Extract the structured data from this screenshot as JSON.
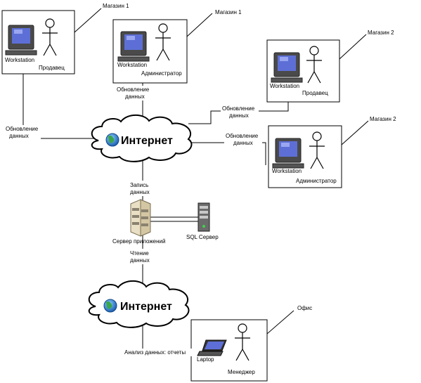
{
  "nodes": {
    "shop1_seller": {
      "callout": "Магазин 1",
      "device": "Workstation",
      "role": "Продавец"
    },
    "shop1_admin": {
      "callout": "Магазин 1",
      "device": "Workstation",
      "role": "Администратор"
    },
    "shop2_seller": {
      "callout": "Магазин 2",
      "device": "Workstation",
      "role": "Продавец"
    },
    "shop2_admin": {
      "callout": "Магазин 2",
      "device": "Workstation",
      "role": "Администратор"
    },
    "office": {
      "callout": "Офис",
      "device": "Laptop",
      "role": "Менеджер"
    }
  },
  "clouds": {
    "top": "Интернет",
    "bottom": "Интернет"
  },
  "servers": {
    "app": "Сервер приложений",
    "sql": "SQL Сервер"
  },
  "edge_labels": {
    "shop1_seller": [
      "Обновление",
      "данных"
    ],
    "shop1_admin": [
      "Обновление",
      "данных"
    ],
    "shop2_seller": [
      "Обновление",
      "данных"
    ],
    "shop2_admin": [
      "Обновление",
      "данных"
    ],
    "write": [
      "Запись",
      "данных"
    ],
    "read": [
      "Чтение",
      "данных"
    ],
    "analysis": "Анализ данных: отчеты"
  }
}
